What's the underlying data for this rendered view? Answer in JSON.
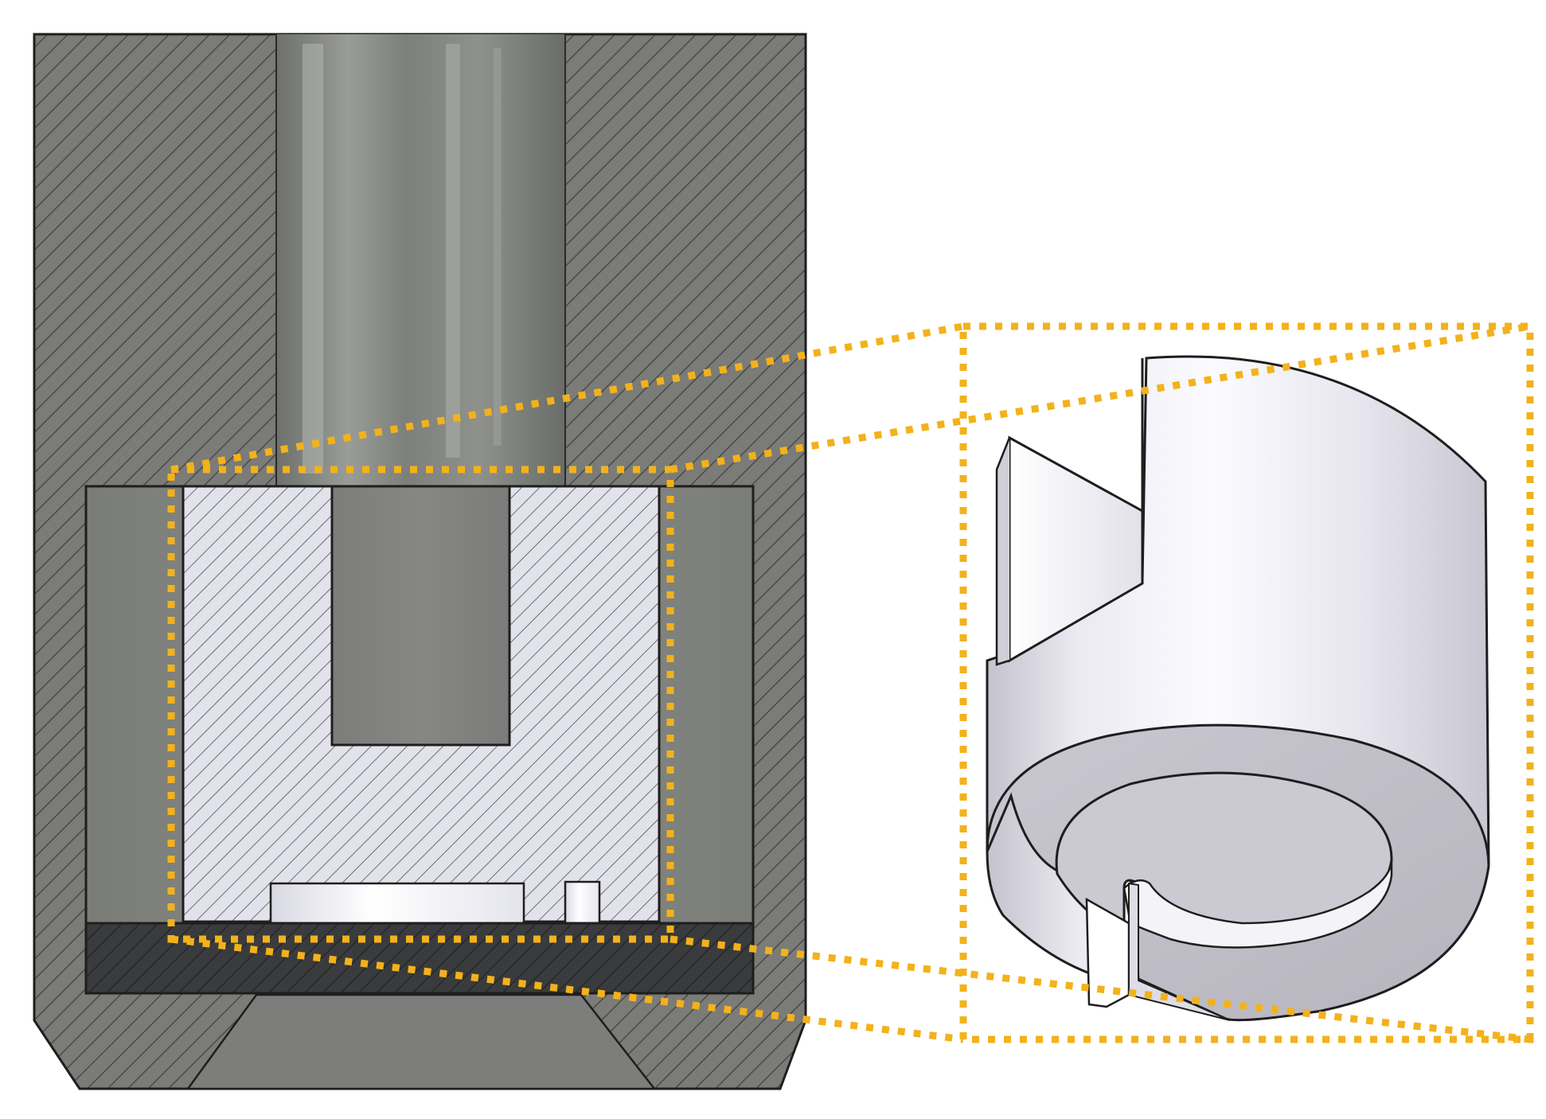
{
  "figure": {
    "left_panel": "cross-section",
    "right_panel": "isometric-view",
    "callout_style": "dotted"
  },
  "colors": {
    "background": "#ffffff",
    "housing": "#7b7b77",
    "housing_hatch": "#4a4a48",
    "bore": "#868883",
    "bore_highlight": "#a4a6a1",
    "insert": "#e2e2ea",
    "insert_hatch": "#6c6c76",
    "dark_plate": "#3a3b3d",
    "callout": "#f2b21c",
    "outline": "#1e1e1e",
    "part_light": "#f0eff6",
    "part_shade": "#c9c8d2",
    "part_top": "#bfbec6"
  }
}
